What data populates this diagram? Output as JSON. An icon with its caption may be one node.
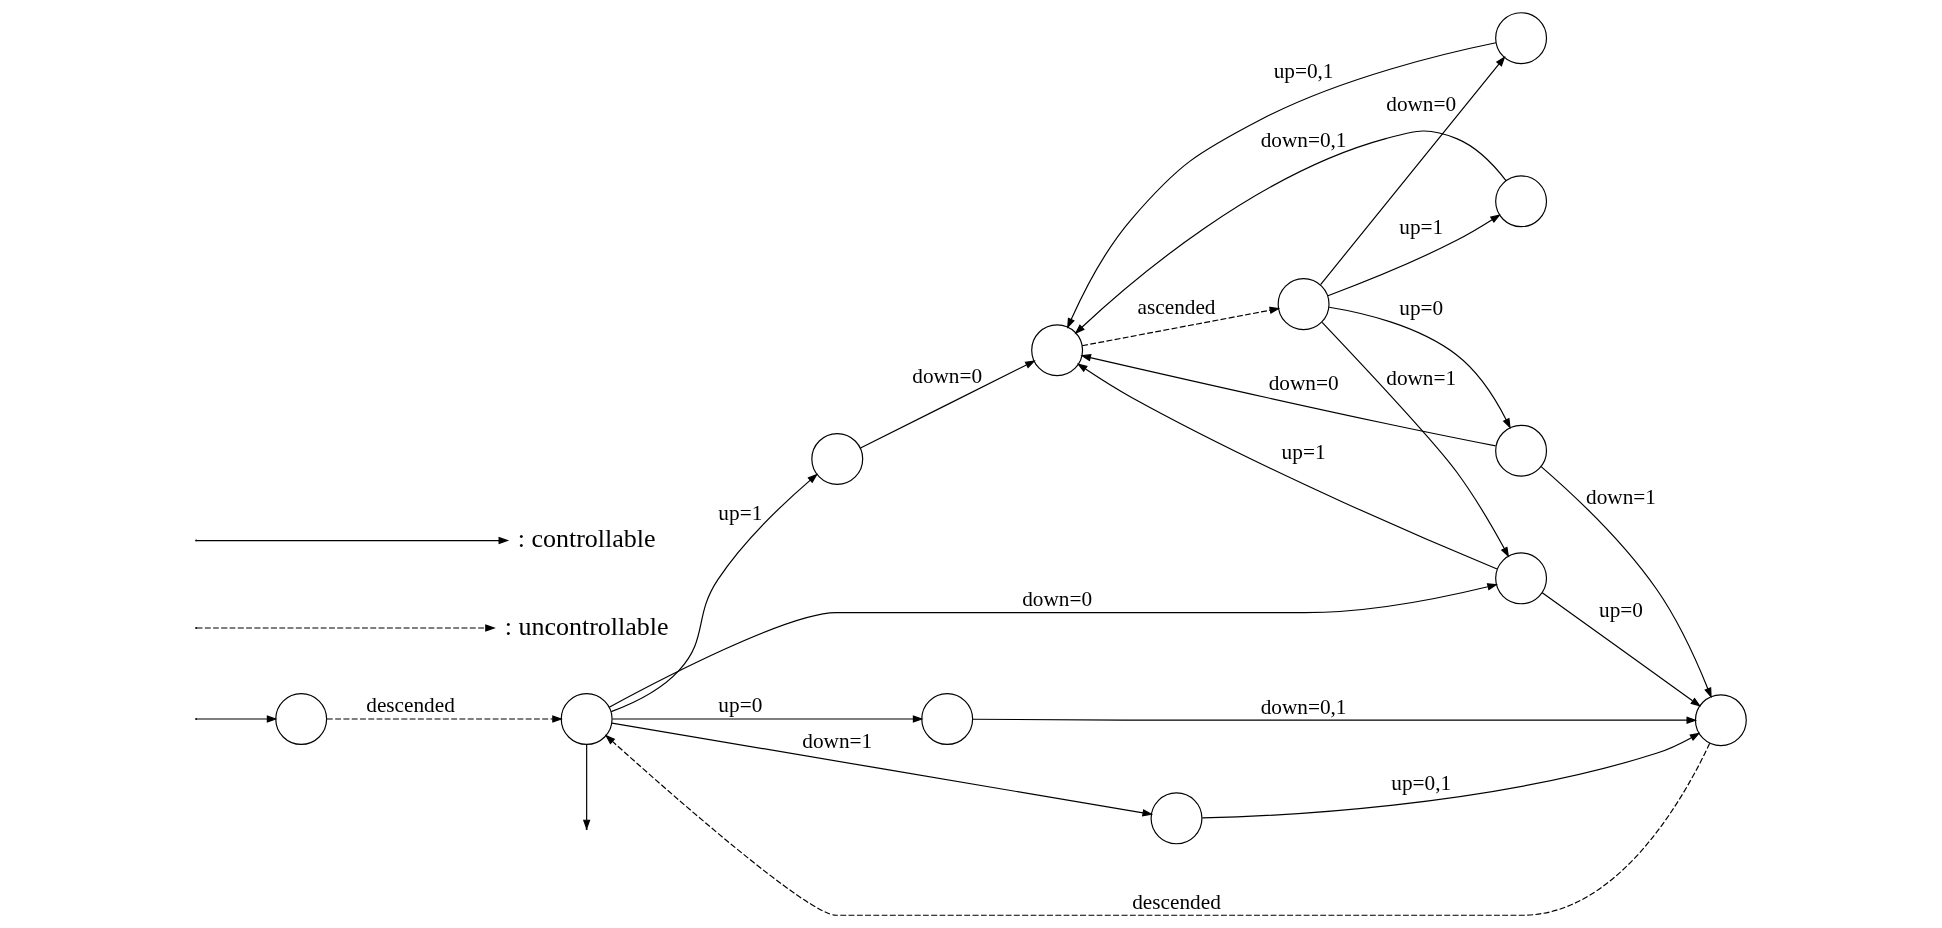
{
  "diagram": {
    "nodes": [
      {
        "text": [],
        "shape": "circle"
      },
      {
        "text": [],
        "shape": "circle"
      },
      {
        "text": [],
        "shape": "circle"
      },
      {
        "text": [],
        "shape": "circle"
      },
      {
        "text": [],
        "shape": "circle"
      },
      {
        "text": [],
        "shape": "circle"
      },
      {
        "text": [],
        "shape": "circle"
      },
      {
        "text": [],
        "shape": "circle"
      },
      {
        "text": [],
        "shape": "circle"
      },
      {
        "text": [],
        "shape": "circle"
      },
      {
        "text": [],
        "shape": "circle"
      },
      {
        "text": [],
        "shape": "circle"
      }
    ],
    "edges": [
      {
        "from": null,
        "to": 0,
        "arrow": "to"
      },
      {
        "from": 0,
        "to": 1,
        "arrow": "to",
        "label": "descended",
        "style": "dashed"
      },
      {
        "from": 1,
        "to": null,
        "arrow": "to"
      },
      {
        "from": 1,
        "to": 2,
        "arrow": "to",
        "label": "up=1"
      },
      {
        "from": 2,
        "to": 3,
        "arrow": "to",
        "label": "down=0"
      },
      {
        "from": 3,
        "to": 4,
        "arrow": "to",
        "label": "ascended",
        "style": "dashed"
      },
      {
        "from": 4,
        "to": 5,
        "arrow": "to",
        "label": "up=1"
      },
      {
        "from": 5,
        "to": 3,
        "arrow": "to",
        "label": "down=0,1"
      },
      {
        "from": 4,
        "to": 6,
        "arrow": "to",
        "label": "down=0"
      },
      {
        "from": 6,
        "to": 3,
        "arrow": "to",
        "label": "up=0,1"
      },
      {
        "from": 4,
        "to": 7,
        "arrow": "to",
        "label": "down=1"
      },
      {
        "from": 4,
        "to": 11,
        "arrow": "to",
        "label": "up=0"
      },
      {
        "from": 1,
        "to": 7,
        "arrow": "to",
        "label": "down=0"
      },
      {
        "from": 7,
        "to": 3,
        "arrow": "to",
        "label": "up=1"
      },
      {
        "from": 7,
        "to": 10,
        "arrow": "to",
        "label": "up=0"
      },
      {
        "from": 1,
        "to": 8,
        "arrow": "to",
        "label": "up=0"
      },
      {
        "from": 8,
        "to": 10,
        "arrow": "to",
        "label": "down=0,1"
      },
      {
        "from": 1,
        "to": 9,
        "arrow": "to",
        "label": "down=1"
      },
      {
        "from": 9,
        "to": 10,
        "arrow": "to",
        "label": "up=0,1"
      },
      {
        "from": 11,
        "to": 10,
        "arrow": "to",
        "label": "down=1"
      },
      {
        "from": 11,
        "to": 3,
        "arrow": "to",
        "label": "down=0"
      },
      {
        "from": 10,
        "to": 1,
        "arrow": "to",
        "label": "descended",
        "style": "dashed"
      }
    ],
    "legend": [
      {
        "text": ": controllable"
      },
      {
        "text": ": uncontrollable"
      }
    ]
  }
}
